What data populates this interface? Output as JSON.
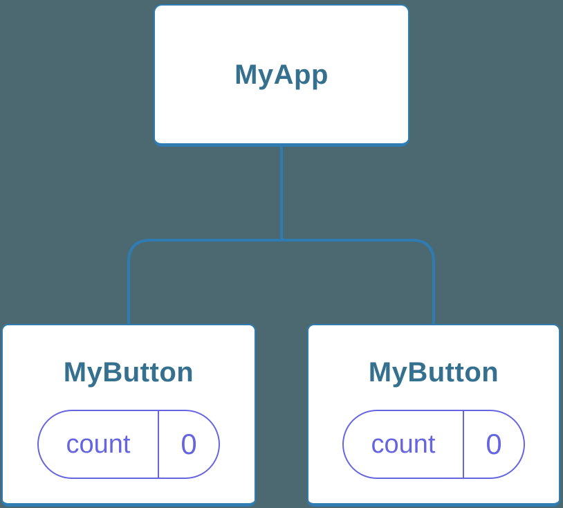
{
  "diagram": {
    "root": {
      "label": "MyApp"
    },
    "children": [
      {
        "label": "MyButton",
        "state": {
          "key": "count",
          "value": "0"
        }
      },
      {
        "label": "MyButton",
        "state": {
          "key": "count",
          "value": "0"
        }
      }
    ]
  },
  "colors": {
    "background": "#4C6971",
    "node_fill": "#FFFFFF",
    "line_blue": "#2E7CB2",
    "heading_blue": "#35708E",
    "state_purple": "#6565E2"
  }
}
